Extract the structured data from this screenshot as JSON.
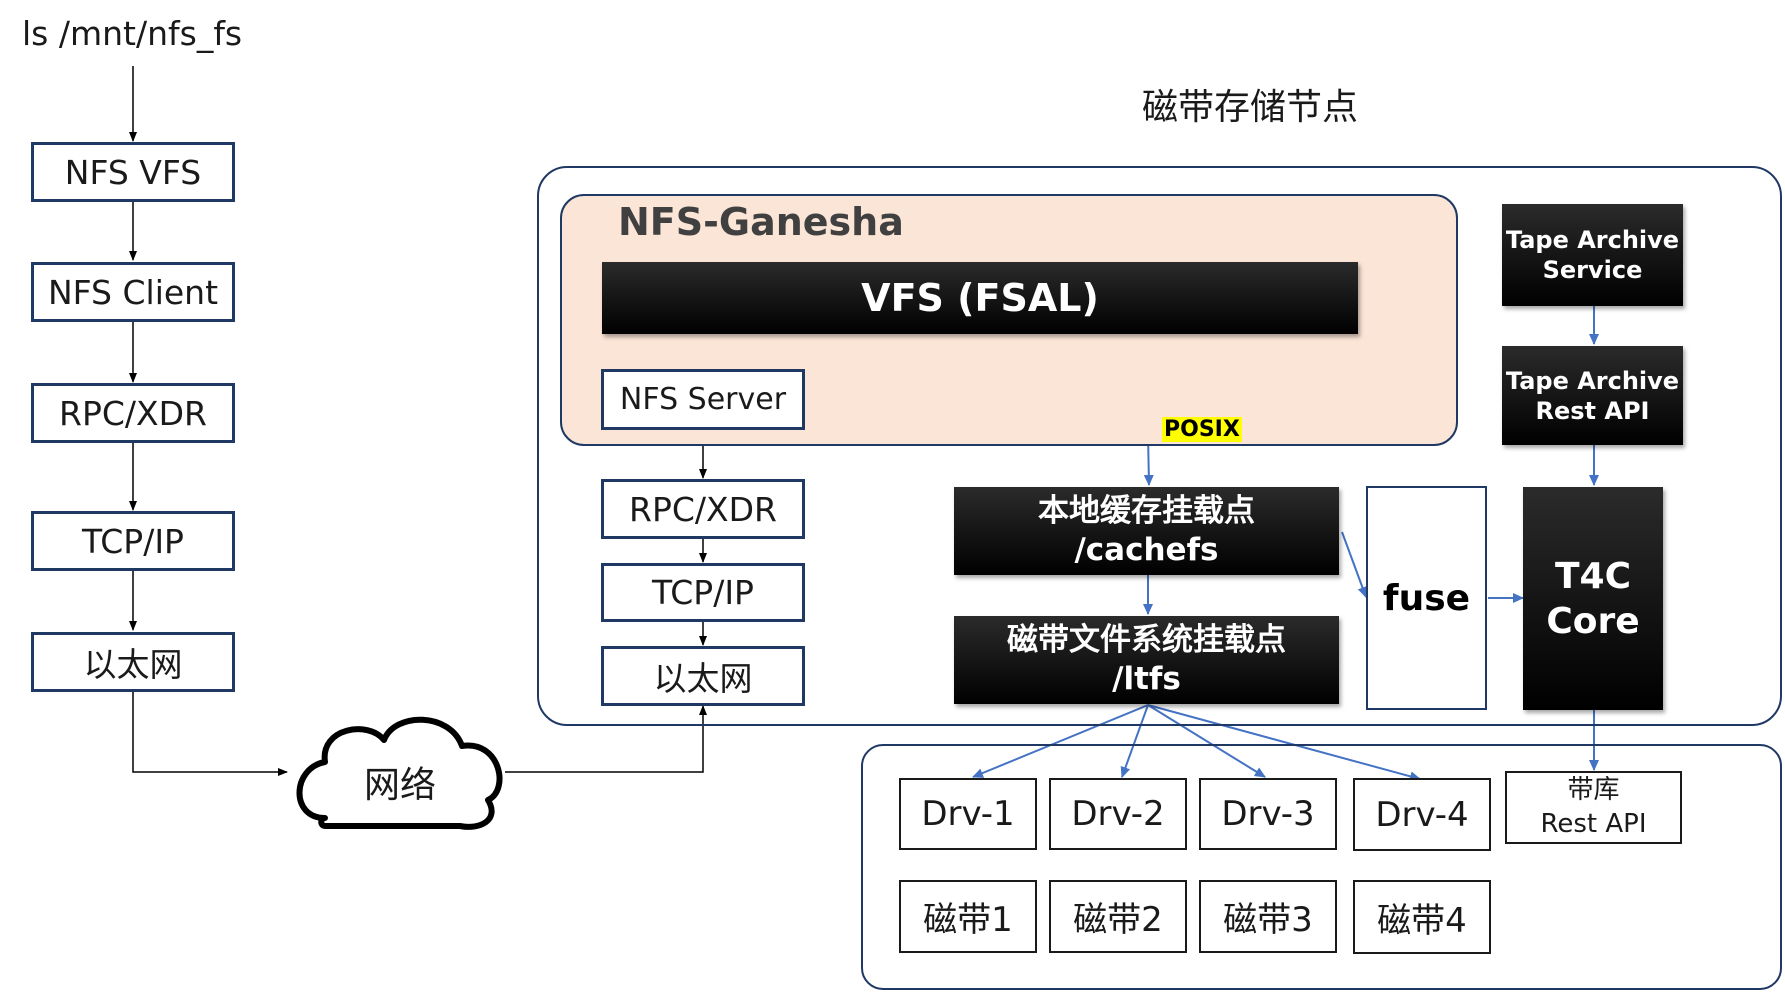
{
  "command": "ls /mnt/nfs_fs",
  "client_stack": [
    "NFS VFS",
    "NFS Client",
    "RPC/XDR",
    "TCP/IP",
    "以太网"
  ],
  "network_label": "网络",
  "node_title": "磁带存储节点",
  "ganesha": {
    "title": "NFS-Ganesha",
    "fsal": "VFS (FSAL)",
    "server": "NFS Server"
  },
  "server_stack": [
    "RPC/XDR",
    "TCP/IP",
    "以太网"
  ],
  "posix_label": "POSIX",
  "cache_mount": {
    "line1": "本地缓存挂载点",
    "line2": "/cachefs"
  },
  "ltfs_mount": {
    "line1": "磁带文件系统挂载点",
    "line2": "/ltfs"
  },
  "fuse_label": "fuse",
  "tape_archive_service": {
    "line1": "Tape Archive",
    "line2": "Service"
  },
  "tape_archive_rest": {
    "line1": "Tape Archive",
    "line2": "Rest API"
  },
  "t4c_core": {
    "line1": "T4C",
    "line2": "Core"
  },
  "drives": [
    "Drv-1",
    "Drv-2",
    "Drv-3",
    "Drv-4"
  ],
  "library_rest": {
    "line1": "带库",
    "line2": "Rest API"
  },
  "tapes": [
    "磁带1",
    "磁带2",
    "磁带3",
    "磁带4"
  ],
  "colors": {
    "box_border": "#1f3864",
    "ganesha_fill": "#fbe5d6",
    "arrow_blue": "#4472c4",
    "posix_highlight": "#ffff00"
  }
}
